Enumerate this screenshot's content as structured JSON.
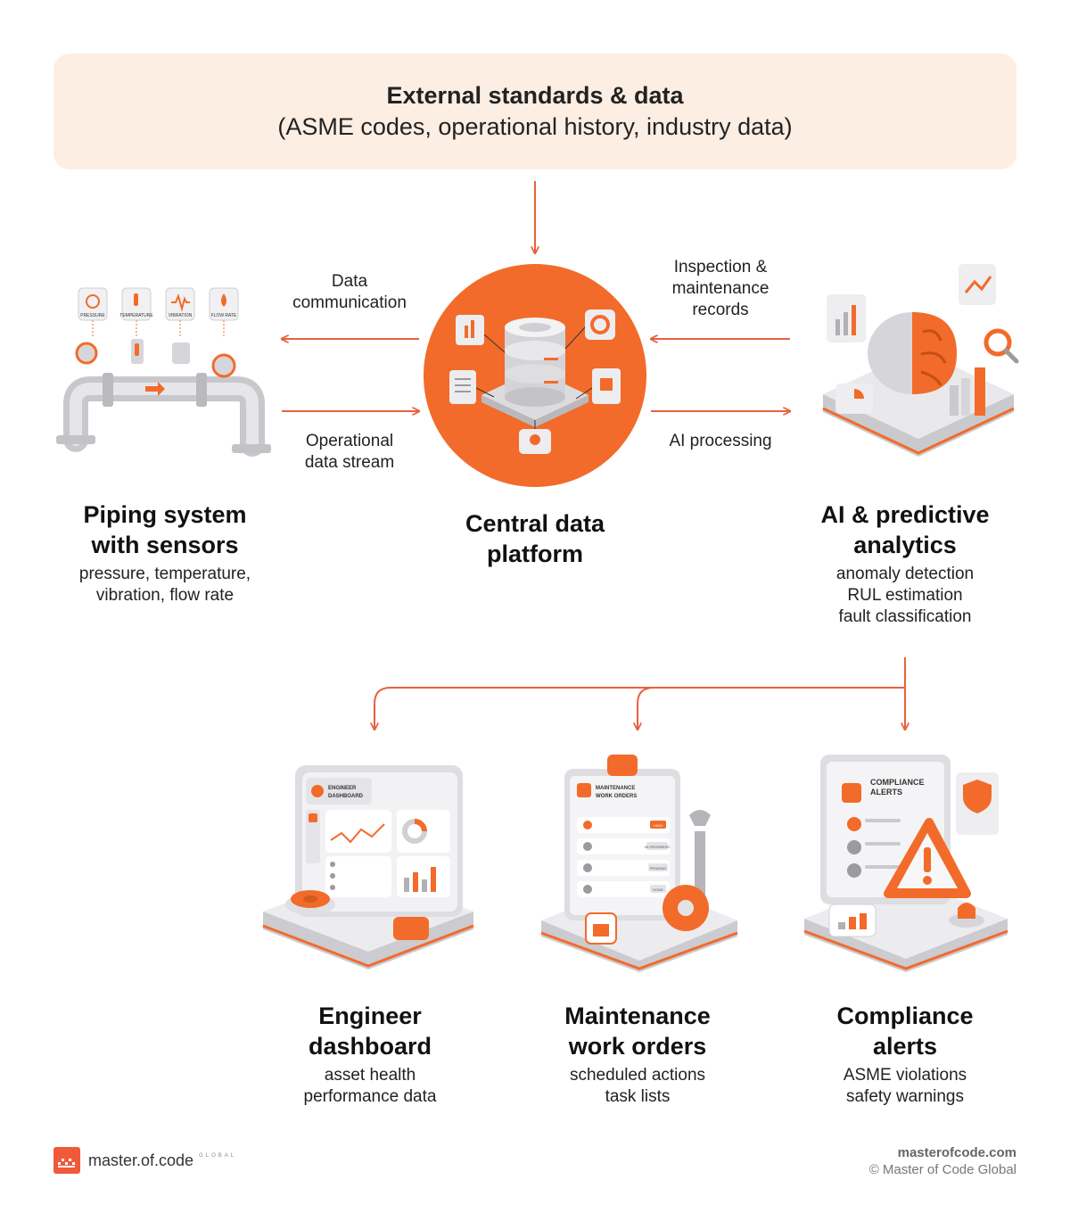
{
  "banner": {
    "title": "External standards & data",
    "subtitle": "(ASME codes, operational history, industry data)"
  },
  "flows": {
    "data_communication": [
      "Data",
      "communication"
    ],
    "operational_stream": [
      "Operational",
      "data stream"
    ],
    "inspection_records": [
      "Inspection &",
      "maintenance",
      "records"
    ],
    "ai_processing": [
      "AI processing"
    ]
  },
  "nodes": {
    "piping": {
      "title": [
        "Piping system",
        "with sensors"
      ],
      "details": [
        "pressure, temperature,",
        "vibration, flow rate"
      ],
      "sensor_tags": [
        "PRESSURE",
        "TEMPERATURE",
        "VIBRATION",
        "FLOW RATE"
      ]
    },
    "platform": {
      "title": [
        "Central data",
        "platform"
      ]
    },
    "ai": {
      "title": [
        "AI & predictive",
        "analytics"
      ],
      "details": [
        "anomaly detection",
        "RUL estimation",
        "fault classification"
      ]
    },
    "dashboard": {
      "title": [
        "Engineer",
        "dashboard"
      ],
      "details": [
        "asset health",
        "performance data"
      ],
      "screen_label": [
        "ENGINEER",
        "DASHBOARD"
      ]
    },
    "work_orders": {
      "title": [
        "Maintenance",
        "work orders"
      ],
      "details": [
        "scheduled actions",
        "task lists"
      ],
      "screen_label": [
        "MAINTENANCE",
        "WORK ORDERS"
      ],
      "chips": [
        "HIGH",
        "IN PROGRESS",
        "PENDING",
        "DONE"
      ]
    },
    "compliance": {
      "title": [
        "Compliance",
        "alerts"
      ],
      "details": [
        "ASME violations",
        "safety warnings"
      ],
      "screen_label": [
        "COMPLIANCE",
        "ALERTS"
      ]
    }
  },
  "footer": {
    "brand": "master.of.code",
    "brand_suffix": "GLOBAL",
    "site": "masterofcode.com",
    "copyright": "© Master of Code Global"
  },
  "colors": {
    "accent": "#f26b2a",
    "arrow": "#e8613f",
    "banner_bg": "#fdeee3",
    "gray": "#d9d9dc"
  }
}
